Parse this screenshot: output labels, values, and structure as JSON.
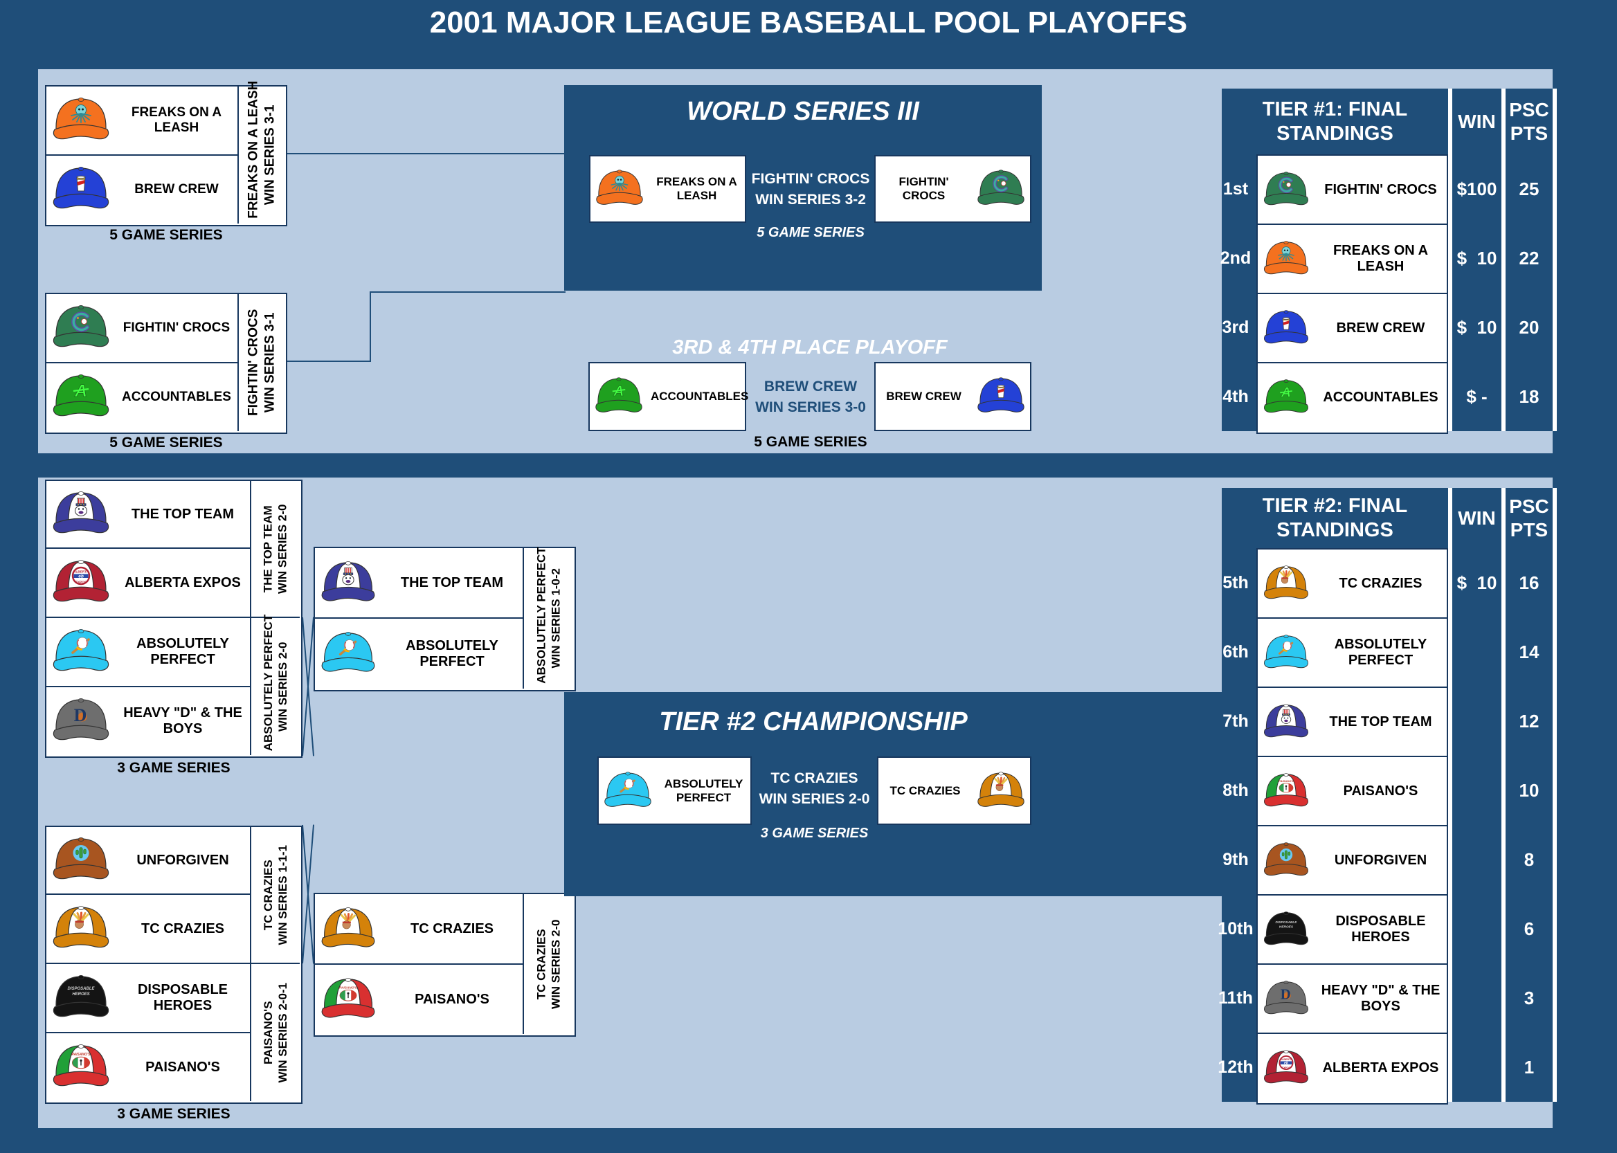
{
  "title": "2001 MAJOR LEAGUE BASEBALL POOL PLAYOFFS",
  "colors": {
    "background": "#1F4E79",
    "panel": "#B9CCE2",
    "box_border": "#17375E",
    "navy_text": "#1F4E79",
    "white": "#FFFFFF"
  },
  "caps": {
    "freaks": {
      "side": "#F4711F",
      "brim": "#F4711F",
      "logo": "octopus-alien"
    },
    "brew": {
      "side": "#2441D6",
      "brim": "#2441D6",
      "logo": "beer-cup"
    },
    "crocs": {
      "side": "#2F7D52",
      "brim": "#2F7D52",
      "logo": "croc-c"
    },
    "accountables": {
      "side": "#1FA01F",
      "brim": "#1FA01F",
      "logo": "green-a"
    },
    "topteam": {
      "side": "#3C3D9C",
      "front": "#FFFFFF",
      "brim": "#3C3D9C",
      "logo": "duck-tophat"
    },
    "expos": {
      "side": "#B22234",
      "front": "#FFFFFF",
      "brim": "#B22234",
      "logo": "expos-circle"
    },
    "absperfect": {
      "side": "#2BC8F2",
      "brim": "#2BC8F2",
      "logo": "baseball-bat"
    },
    "heavyd": {
      "side": "#6E6E6E",
      "brim": "#6E6E6E",
      "logo": "old-english-d"
    },
    "unforgiven": {
      "side": "#A85520",
      "brim": "#A85520",
      "logo": "cactus-circle"
    },
    "tccrazies": {
      "side": "#D4820A",
      "front": "#FFFFFF",
      "brim": "#D4820A",
      "logo": "chief-head"
    },
    "disposable": {
      "side": "#141414",
      "brim": "#141414",
      "logo": "metal-text"
    },
    "paisanos": {
      "side": "#21A038",
      "side2": "#D93030",
      "front": "#FFFFFF",
      "brim": "#D93030",
      "logo": "italia-oval"
    }
  },
  "tier1": {
    "matchups": [
      {
        "series": "5 GAME SERIES",
        "teams": [
          {
            "name": "FREAKS ON A LEASH",
            "cap": "freaks"
          },
          {
            "name": "BREW CREW",
            "cap": "brew"
          }
        ],
        "result_line1": "FREAKS ON A LEASH",
        "result_line2": "WIN SERIES 3-1"
      },
      {
        "series": "5 GAME SERIES",
        "teams": [
          {
            "name": "FIGHTIN' CROCS",
            "cap": "crocs"
          },
          {
            "name": "ACCOUNTABLES",
            "cap": "accountables"
          }
        ],
        "result_line1": "FIGHTIN' CROCS",
        "result_line2": "WIN SERIES 3-1"
      }
    ],
    "world_series": {
      "title": "WORLD SERIES III",
      "left": {
        "name": "FREAKS ON A LEASH",
        "cap": "freaks"
      },
      "right": {
        "name": "FIGHTIN' CROCS",
        "cap": "crocs"
      },
      "result_line1": "FIGHTIN' CROCS",
      "result_line2": "WIN SERIES 3-2",
      "series": "5 GAME SERIES"
    },
    "third_place": {
      "title": "3RD & 4TH PLACE PLAYOFF",
      "left": {
        "name": "ACCOUNTABLES",
        "cap": "accountables"
      },
      "right": {
        "name": "BREW CREW",
        "cap": "brew"
      },
      "result_line1": "BREW CREW",
      "result_line2": "WIN SERIES 3-0",
      "series": "5 GAME SERIES"
    },
    "standings": {
      "title": "TIER #1: FINAL STANDINGS",
      "win_header": "WIN",
      "pts_header_line1": "PSC",
      "pts_header_line2": "PTS",
      "rows": [
        {
          "rank": "1st",
          "name": "FIGHTIN' CROCS",
          "cap": "crocs",
          "win": "$100",
          "pts": "25"
        },
        {
          "rank": "2nd",
          "name": "FREAKS ON A LEASH",
          "cap": "freaks",
          "win": "$  10",
          "pts": "22"
        },
        {
          "rank": "3rd",
          "name": "BREW CREW",
          "cap": "brew",
          "win": "$  10",
          "pts": "20"
        },
        {
          "rank": "4th",
          "name": "ACCOUNTABLES",
          "cap": "accountables",
          "win": "$ -",
          "pts": "18"
        }
      ]
    }
  },
  "tier2": {
    "round1": [
      {
        "series": "3 GAME SERIES",
        "teams": [
          {
            "name": "THE TOP TEAM",
            "cap": "topteam"
          },
          {
            "name": "ALBERTA EXPOS",
            "cap": "expos"
          },
          {
            "name": "ABSOLUTELY PERFECT",
            "cap": "absperfect"
          },
          {
            "name": "HEAVY \"D\" & THE BOYS",
            "cap": "heavyd"
          }
        ],
        "results": [
          {
            "line1": "THE TOP TEAM",
            "line2": "WIN SERIES 2-0"
          },
          {
            "line1": "ABSOLUTELY PERFECT",
            "line2": "WIN SERIES 2-0"
          }
        ]
      },
      {
        "series": "3 GAME SERIES",
        "teams": [
          {
            "name": "UNFORGIVEN",
            "cap": "unforgiven"
          },
          {
            "name": "TC CRAZIES",
            "cap": "tccrazies"
          },
          {
            "name": "DISPOSABLE HEROES",
            "cap": "disposable"
          },
          {
            "name": "PAISANO'S",
            "cap": "paisanos"
          }
        ],
        "results": [
          {
            "line1": "TC CRAZIES",
            "line2": "WIN SERIES 1-1-1"
          },
          {
            "line1": "PAISANO'S",
            "line2": "WIN SERIES 2-0-1"
          }
        ]
      }
    ],
    "round2": [
      {
        "teams": [
          {
            "name": "THE TOP TEAM",
            "cap": "topteam"
          },
          {
            "name": "ABSOLUTELY PERFECT",
            "cap": "absperfect"
          }
        ],
        "result_line1": "ABSOLUTELY PERFECT",
        "result_line2": "WIN SERIES 1-0-2"
      },
      {
        "teams": [
          {
            "name": "TC CRAZIES",
            "cap": "tccrazies"
          },
          {
            "name": "PAISANO'S",
            "cap": "paisanos"
          }
        ],
        "result_line1": "TC CRAZIES",
        "result_line2": "WIN SERIES 2-0"
      }
    ],
    "championship": {
      "title": "TIER #2 CHAMPIONSHIP",
      "left": {
        "name": "ABSOLUTELY PERFECT",
        "cap": "absperfect"
      },
      "right": {
        "name": "TC CRAZIES",
        "cap": "tccrazies"
      },
      "result_line1": "TC CRAZIES",
      "result_line2": "WIN SERIES 2-0",
      "series": "3 GAME SERIES"
    },
    "standings": {
      "title": "TIER #2: FINAL STANDINGS",
      "win_header": "WIN",
      "pts_header_line1": "PSC",
      "pts_header_line2": "PTS",
      "rows": [
        {
          "rank": "5th",
          "name": "TC CRAZIES",
          "cap": "tccrazies",
          "win": "$  10",
          "pts": "16"
        },
        {
          "rank": "6th",
          "name": "ABSOLUTELY PERFECT",
          "cap": "absperfect",
          "win": "",
          "pts": "14"
        },
        {
          "rank": "7th",
          "name": "THE TOP TEAM",
          "cap": "topteam",
          "win": "",
          "pts": "12"
        },
        {
          "rank": "8th",
          "name": "PAISANO'S",
          "cap": "paisanos",
          "win": "",
          "pts": "10"
        },
        {
          "rank": "9th",
          "name": "UNFORGIVEN",
          "cap": "unforgiven",
          "win": "",
          "pts": "8"
        },
        {
          "rank": "10th",
          "name": "DISPOSABLE HEROES",
          "cap": "disposable",
          "win": "",
          "pts": "6"
        },
        {
          "rank": "11th",
          "name": "HEAVY \"D\" & THE BOYS",
          "cap": "heavyd",
          "win": "",
          "pts": "3"
        },
        {
          "rank": "12th",
          "name": "ALBERTA EXPOS",
          "cap": "expos",
          "win": "",
          "pts": "1"
        }
      ]
    }
  }
}
